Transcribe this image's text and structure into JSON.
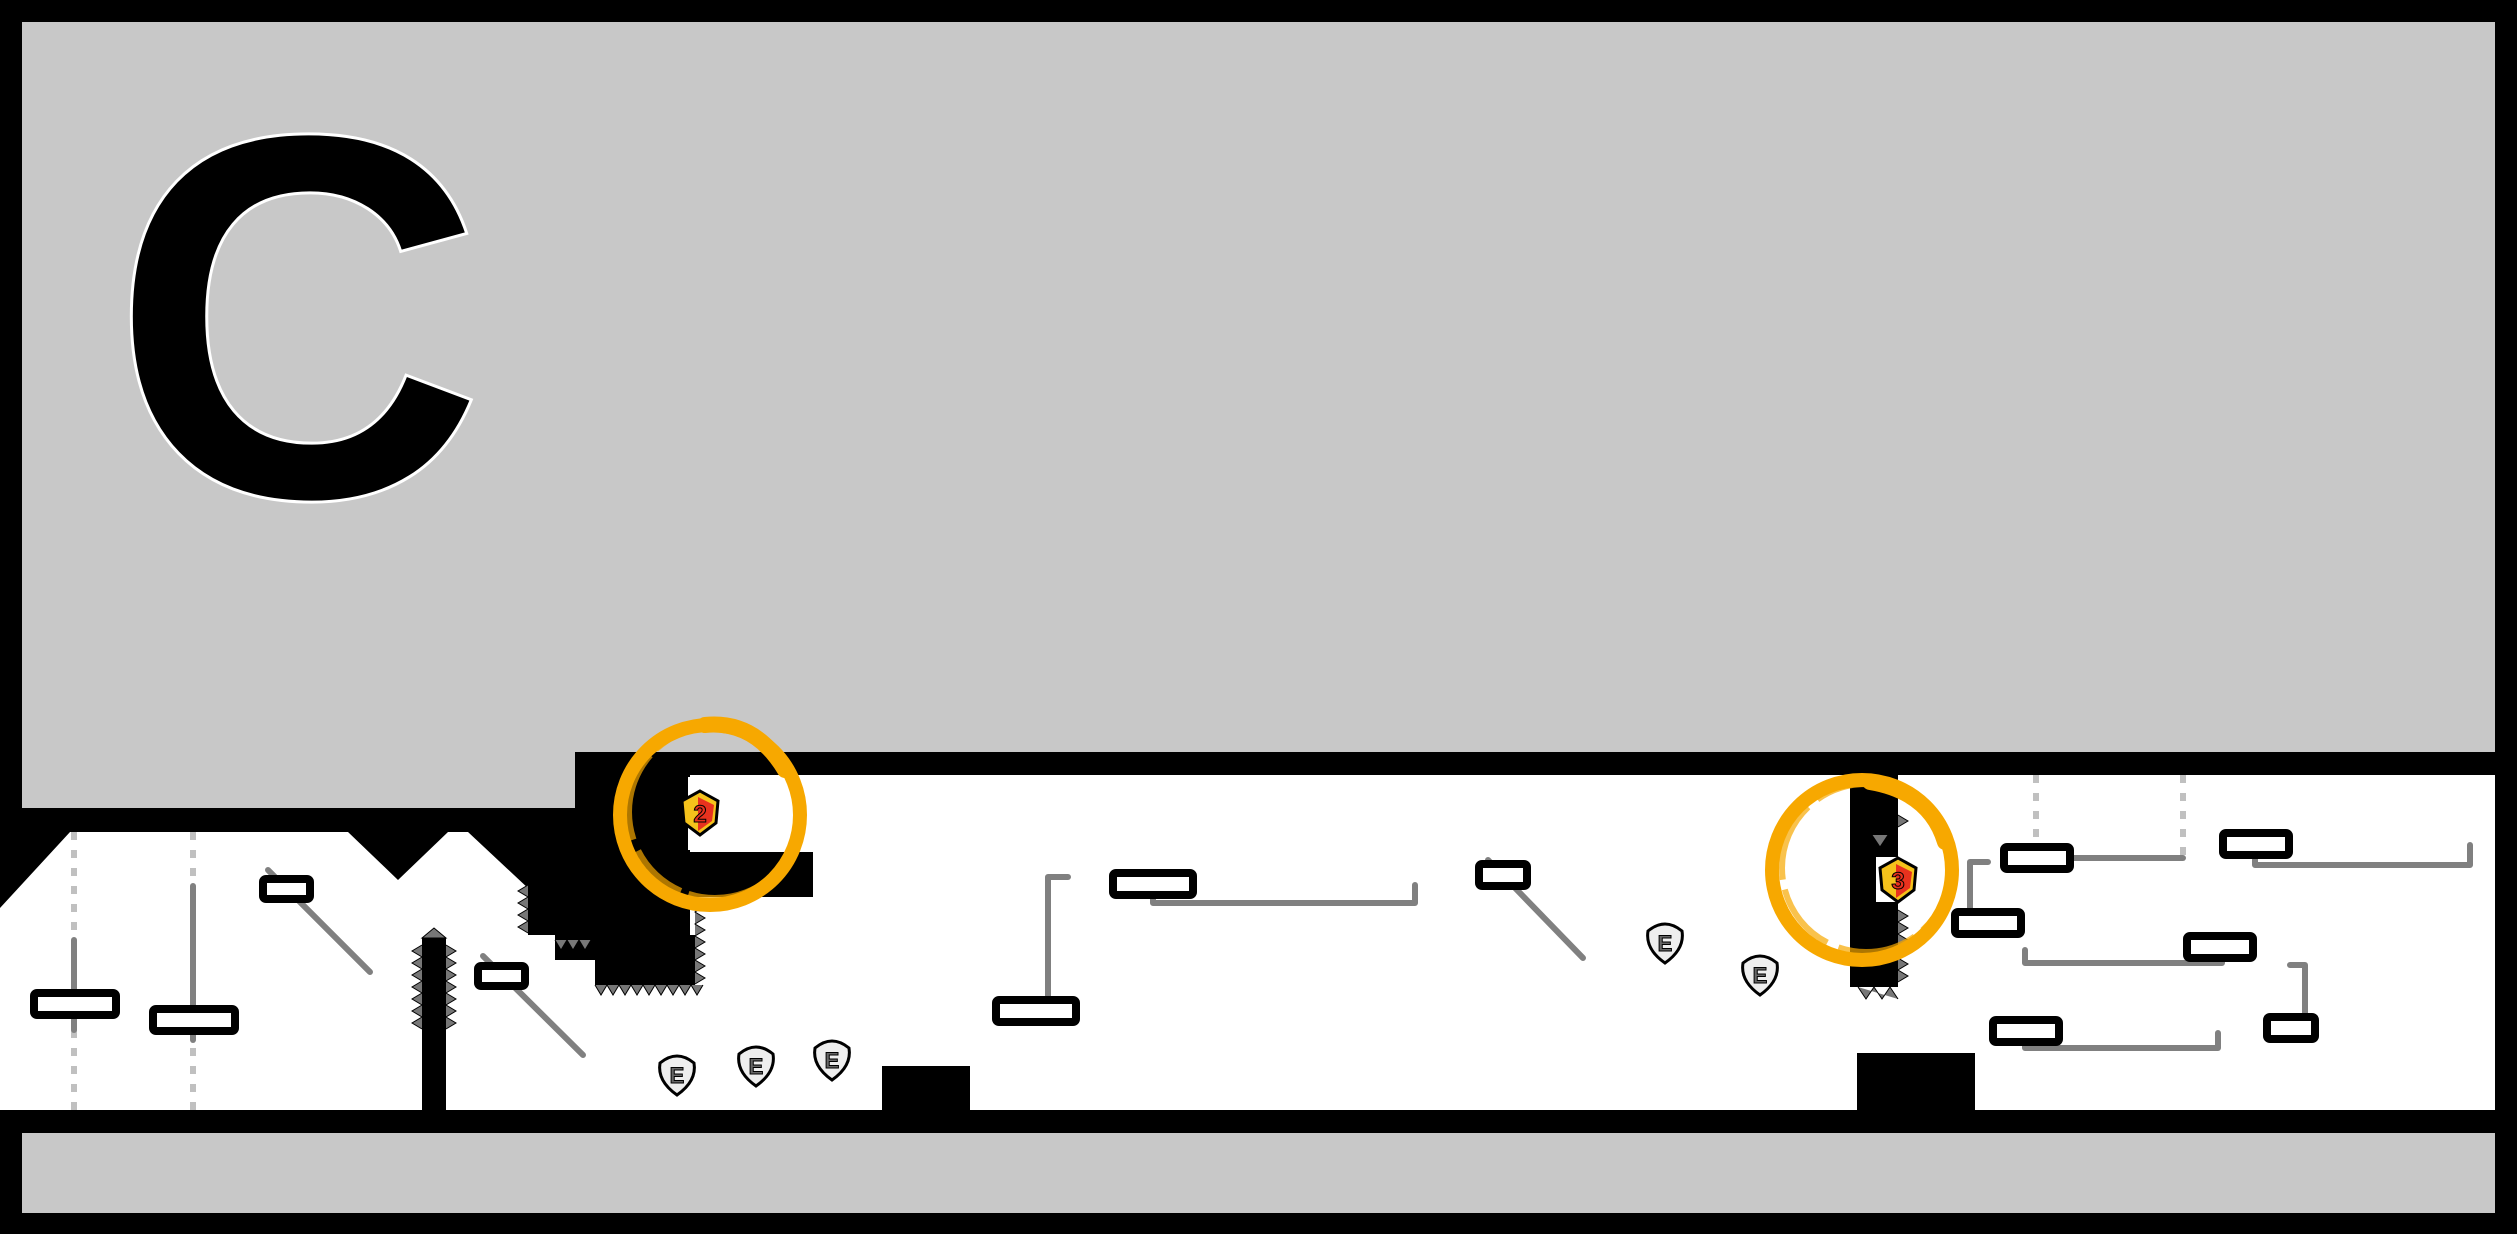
{
  "level": {
    "zone_letter": "C",
    "colors": {
      "frame": "#000000",
      "background_zone": "#c8c8c8",
      "play_area": "#ffffff",
      "rail": "#808080",
      "dotted_rail": "#c0c0c0",
      "portal_ring": "#f7a800",
      "badge_red": "#e8321e",
      "badge_yellow": "#f5c21b"
    },
    "portals": [
      {
        "label": "2",
        "icon": "shield-puzzle-badge"
      },
      {
        "label": "3",
        "icon": "shield-puzzle-badge"
      }
    ],
    "enemies": [
      {
        "letter": "E"
      },
      {
        "letter": "E"
      },
      {
        "letter": "E"
      },
      {
        "letter": "E"
      },
      {
        "letter": "E"
      }
    ]
  }
}
